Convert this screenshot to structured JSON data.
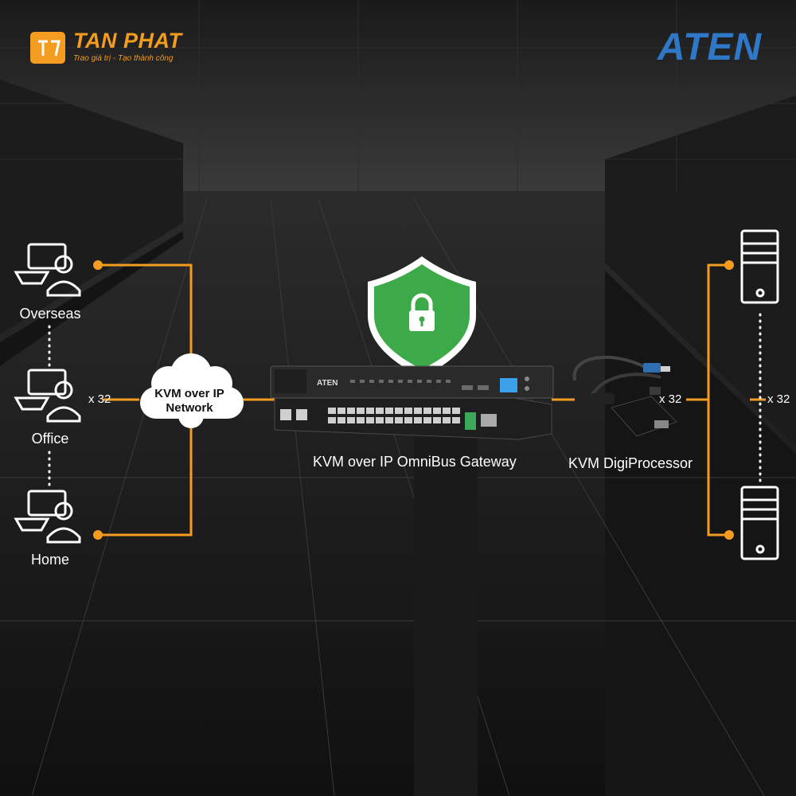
{
  "brand": {
    "name": "TAN PHAT",
    "tagline": "Trao giá trị - Tạo thành công",
    "partner_logo_text": "ATEN"
  },
  "sources": {
    "locations": [
      "Overseas",
      "Office",
      "Home"
    ],
    "multiplier": "x 32"
  },
  "network": {
    "label_line1": "KVM over IP",
    "label_line2": "Network"
  },
  "gateway": {
    "label": "KVM over IP OmniBus Gateway",
    "panel_brand": "ATEN"
  },
  "processor": {
    "label": "KVM DigiProcessor",
    "multiplier": "x 32"
  },
  "servers": {
    "multiplier": "x 32"
  },
  "colors": {
    "accent": "#f39c1f",
    "shield": "#3daa4a",
    "aten_blue": "#2e78c7"
  },
  "icons": [
    "user-workstation-icon",
    "cloud-icon",
    "shield-lock-icon",
    "server-tower-icon"
  ]
}
